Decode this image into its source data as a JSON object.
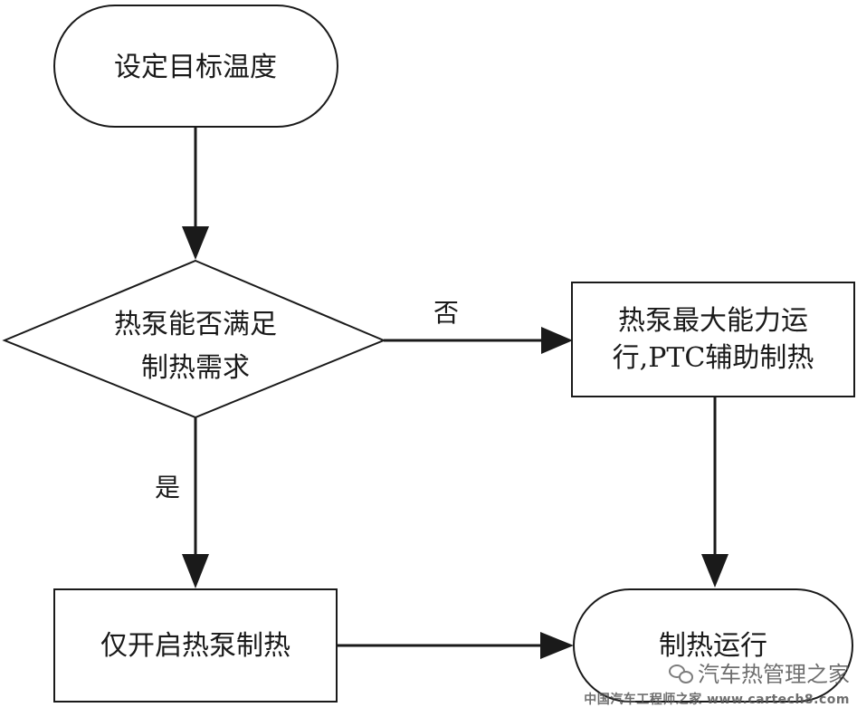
{
  "nodes": {
    "start": {
      "lines": [
        "设定目标温度"
      ]
    },
    "decision": {
      "lines": [
        "热泵能否满足",
        "制热需求"
      ]
    },
    "ptc_assist": {
      "lines": [
        "热泵最大能力运",
        "行,PTC辅助制热"
      ]
    },
    "heat_pump_only": {
      "lines": [
        "仅开启热泵制热"
      ]
    },
    "end": {
      "lines": [
        "制热运行"
      ]
    }
  },
  "edges": {
    "no_label": "否",
    "yes_label": "是"
  },
  "watermark": {
    "line1": "汽车热管理之家",
    "line2": "中国汽车工程师之家 www.cartech8.com"
  },
  "colors": {
    "stroke": "#1a1a1a",
    "fill": "#ffffff"
  }
}
